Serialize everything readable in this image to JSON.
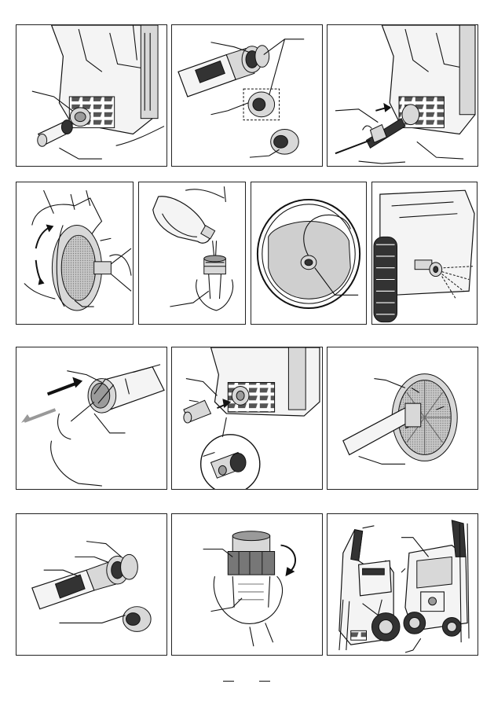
{
  "page": {
    "title": "",
    "footer_marks": [
      "—",
      "—"
    ]
  },
  "panels": [
    {
      "id": "p1",
      "icon": "pump-outlet-connector-icon"
    },
    {
      "id": "p2",
      "icon": "hose-adapter-parts-icon"
    },
    {
      "id": "p3",
      "icon": "hose-connect-inlet-icon"
    },
    {
      "id": "p4",
      "icon": "filter-cup-hand-icon"
    },
    {
      "id": "p5",
      "icon": "bottle-pour-detergent-icon"
    },
    {
      "id": "p6",
      "icon": "detergent-tank-icon"
    },
    {
      "id": "p7",
      "icon": "nozzle-spray-icon"
    },
    {
      "id": "p8",
      "icon": "nozzle-cleaning-pin-icon"
    },
    {
      "id": "p9",
      "icon": "inlet-filter-insert-icon"
    },
    {
      "id": "p10",
      "icon": "suction-filter-icon"
    },
    {
      "id": "p11",
      "icon": "adapter-assembly-icon"
    },
    {
      "id": "p12",
      "icon": "filter-unscrew-icon"
    },
    {
      "id": "p13",
      "icon": "pressure-washer-overview-icon"
    }
  ]
}
